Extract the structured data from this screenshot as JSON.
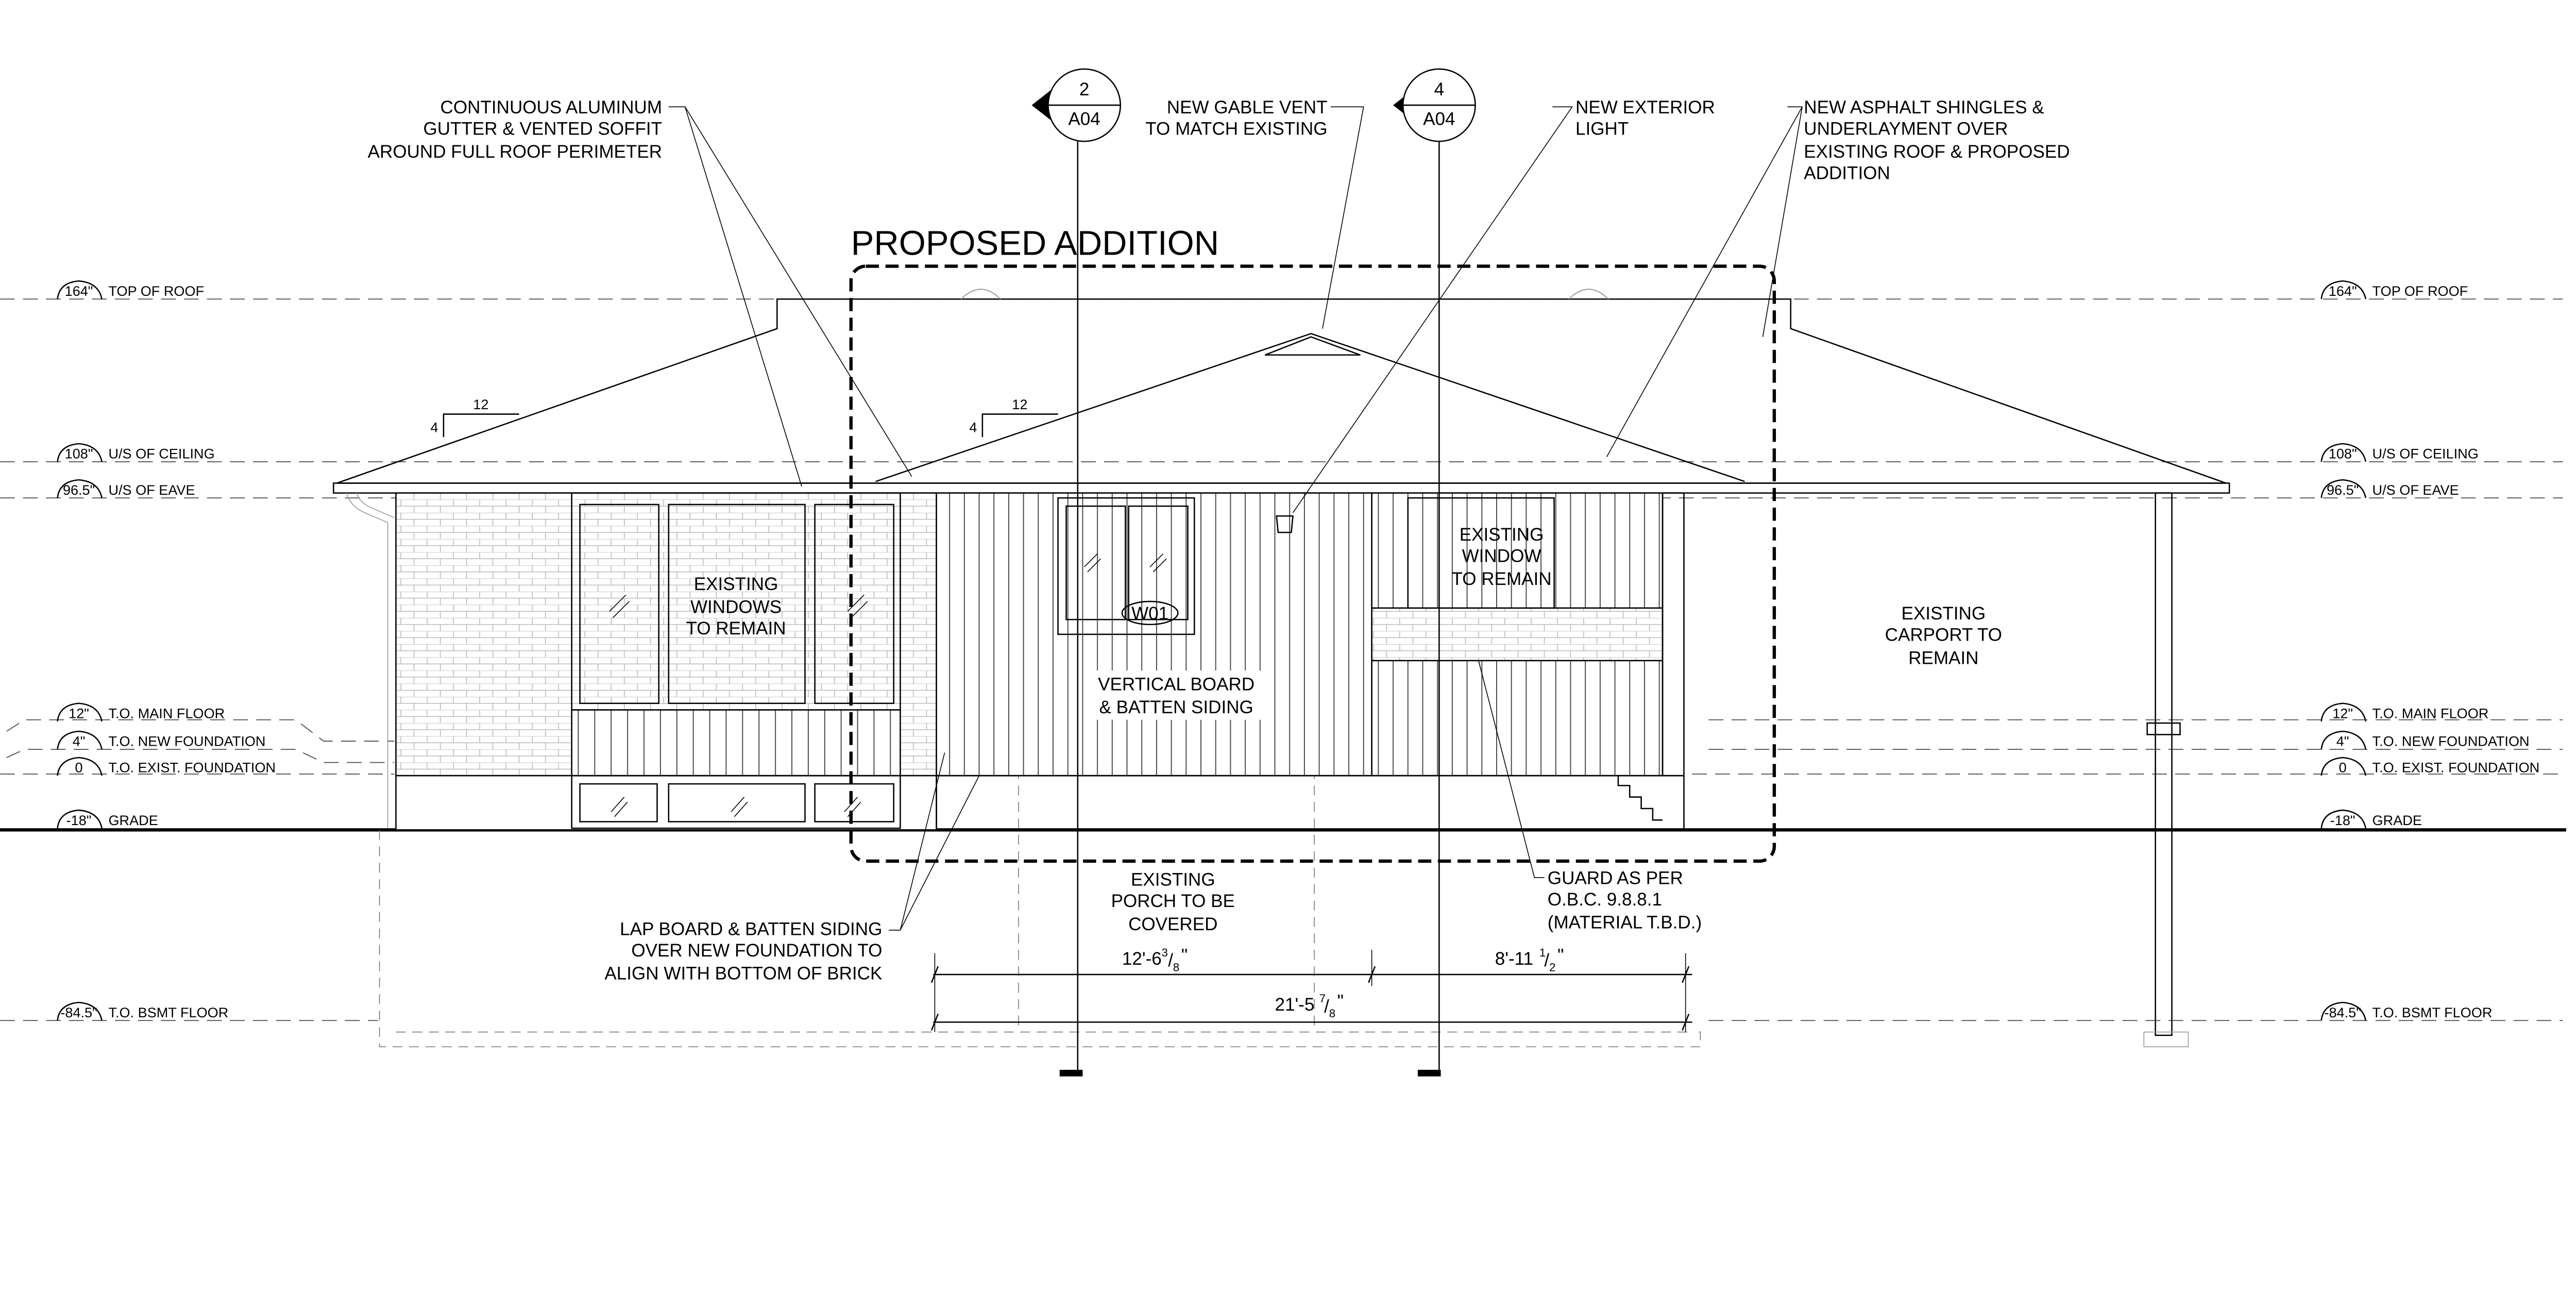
{
  "title": "PROPOSED ADDITION",
  "levels": [
    {
      "value": "164\"",
      "label": "TOP OF ROOF"
    },
    {
      "value": "108\"",
      "label": "U/S OF CEILING"
    },
    {
      "value": "96.5\"",
      "label": "U/S OF EAVE"
    },
    {
      "value": "12\"",
      "label": "T.O. MAIN FLOOR"
    },
    {
      "value": "4\"",
      "label": "T.O. NEW FOUNDATION"
    },
    {
      "value": "0",
      "label": "T.O. EXIST. FOUNDATION"
    },
    {
      "value": "-18\"",
      "label": "GRADE"
    },
    {
      "value": "-84.5\"",
      "label": "T.O. BSMT FLOOR"
    }
  ],
  "section_markers": [
    {
      "number": "2",
      "sheet": "A04"
    },
    {
      "number": "4",
      "sheet": "A04"
    }
  ],
  "slopes": [
    {
      "rise": "4",
      "run": "12"
    },
    {
      "rise": "4",
      "run": "12"
    }
  ],
  "notes": {
    "gutter": [
      "CONTINUOUS ALUMINUM",
      "GUTTER & VENTED SOFFIT",
      "AROUND FULL ROOF PERIMETER"
    ],
    "gable_vent": [
      "NEW GABLE VENT",
      "TO MATCH EXISTING"
    ],
    "light": [
      "NEW EXTERIOR",
      "LIGHT"
    ],
    "shingles": [
      "NEW ASPHALT SHINGLES &",
      "UNDERLAYMENT OVER",
      "EXISTING ROOF & PROPOSED",
      "ADDITION"
    ],
    "existing_windows": [
      "EXISTING",
      "WINDOWS",
      "TO REMAIN"
    ],
    "existing_window": [
      "EXISTING",
      "WINDOW",
      "TO REMAIN"
    ],
    "siding": [
      "VERTICAL BOARD",
      "& BATTEN SIDING"
    ],
    "carport": [
      "EXISTING",
      "CARPORT TO",
      "REMAIN"
    ],
    "lap_board": [
      "LAP BOARD & BATTEN SIDING",
      "OVER NEW FOUNDATION TO",
      "ALIGN WITH BOTTOM OF BRICK"
    ],
    "porch": [
      "EXISTING",
      "PORCH TO BE",
      "COVERED"
    ],
    "guard": [
      "GUARD AS PER",
      "O.B.C. 9.8.8.1",
      "(MATERIAL T.B.D.)"
    ]
  },
  "window_tag": "W01",
  "dimensions": {
    "d1": "12'-6",
    "d1_frac_num": "3",
    "d1_frac_den": "8",
    "d2": "8'-11",
    "d2_frac_num": "1",
    "d2_frac_den": "2",
    "total": "21'-5",
    "total_frac_num": "7",
    "total_frac_den": "8"
  }
}
